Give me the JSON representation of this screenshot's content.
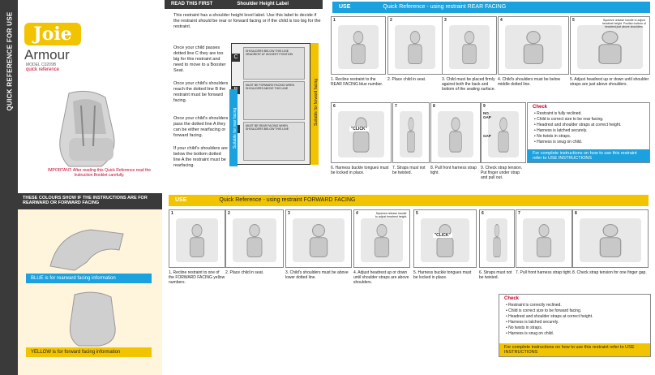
{
  "sidebar": {
    "label": "QUICK REFERENCE FOR USE"
  },
  "brand": {
    "logo": "Joie",
    "model": "Armour",
    "model_code": "MODEL C0209B",
    "subtitle": "quick reference",
    "color": "#f2c400"
  },
  "important": "IMPORTANT: After reading this Quick Reference read the Instruction Booklet carefully.",
  "colours": {
    "header": "THESE COLOURS SHOW IF THE INSTRUCTIONS ARE FOR REARWARD OR FORWARD FACING",
    "blue": "BLUE is for rearward facing information",
    "yellow": "YELLOW is for forward facing information",
    "blue_color": "#1ba1dd",
    "yellow_color": "#f2c400"
  },
  "label": {
    "read_first": "READ THIS FIRST",
    "title": "Shoulder Height Label",
    "intro": "This restraint has a shoulder height level label. Use this label to decide if the restraint should be rear or forward facing or if the child is too big for the restraint.",
    "c_text": "Once your child passes dotted line C they are too big for this restraint and need to move to a Booster Seat.",
    "b_text": "Once your child's shoulders reach the dotted line B the restraint must be forward facing.",
    "a_text": "Once your child's shoulders pass the dotted line A they can be either rearfacing or forward facing.",
    "below_a": "If your child's shoulders are below the bottom dotted line A the restraint must be rearfacing.",
    "zone_c": "SHOULDERS BELOW THIS LINE",
    "zone_c2": "HEADREST AT HIGHEST POSITION",
    "zone_b": "MUST BE FORWARD FACING WHEN",
    "zone_b2": "SHOULDERS ABOVE THIS LINE",
    "zone_a": "MUST BE REAR FACING WHEN",
    "zone_a2": "SHOULDERS BELOW THIS LINE",
    "rear_side": "Suitable for rear facing",
    "fwd_side": "Suitable for forward facing"
  },
  "rear": {
    "use": "USE",
    "title": "Quick Reference",
    "sub": "- using restraint REAR FACING",
    "steps": [
      {
        "n": "1",
        "cap": "1. Recline restraint to the REAR FACING blue number."
      },
      {
        "n": "2",
        "cap": "2. Place child in seat."
      },
      {
        "n": "3",
        "cap": "3. Child must be placed firmly against both the back and bottom of the seating surface."
      },
      {
        "n": "4",
        "cap": "4. Child's shoulders must be below middle dotted line."
      },
      {
        "n": "5",
        "cap": "5. Adjust headrest up or down until shoulder straps are just above shoulders.",
        "note": "Squeeze release handle to adjust headrest height. Position bottom of headrest just above shoulders."
      },
      {
        "n": "6",
        "cap": "6. Harness buckle tongues must be locked in place.",
        "tag": "\"CLICK\""
      },
      {
        "n": "7",
        "cap": "7. Straps must not be twisted."
      },
      {
        "n": "8",
        "cap": "8. Pull front harness strap tight."
      },
      {
        "n": "9",
        "cap": "9. Check strap tension. Put finger under strap and pull out.",
        "gap1": "NO GAP",
        "gap2": "GAP"
      }
    ],
    "check_title": "Check",
    "checks": [
      "Restraint is fully reclined.",
      "Child is correct size to be rear facing.",
      "Headrest and shoulder straps at correct height.",
      "Harness is latched securely.",
      "No twists in straps.",
      "Harness is snug on child."
    ],
    "more": "For complete instructions on how to use this restraint refer to USE INSTRUCTIONS"
  },
  "fwd": {
    "use": "USE",
    "title": "Quick Reference",
    "sub": "- using restraint FORWARD FACING",
    "steps": [
      {
        "n": "1",
        "cap": "1. Recline restraint to one of the FORWARD FACING yellow numbers."
      },
      {
        "n": "2",
        "cap": "2. Place child in seat."
      },
      {
        "n": "3",
        "cap": "3. Child's shoulders must be above lower dotted line."
      },
      {
        "n": "4",
        "cap": "4. Adjust headrest up or down until shoulder straps are above shoulders.",
        "note": "Squeeze release handle to adjust headrest height."
      },
      {
        "n": "5",
        "cap": "5. Harness buckle tongues must be locked in place.",
        "tag": "\"CLICK\""
      },
      {
        "n": "6",
        "cap": "6. Straps must not be twisted."
      },
      {
        "n": "7",
        "cap": "7. Pull front harness strap tight."
      },
      {
        "n": "8",
        "cap": "8. Check strap tension for one finger gap."
      }
    ],
    "check_title": "Check",
    "checks": [
      "Restraint is correctly reclined.",
      "Child is correct size to be forward facing.",
      "Headrest and shoulder straps at correct height.",
      "Harness is latched securely.",
      "No twists in straps.",
      "Harness is snug on child."
    ],
    "more": "For complete instructions on how to use this restraint refer to USE INSTRUCTIONS"
  }
}
